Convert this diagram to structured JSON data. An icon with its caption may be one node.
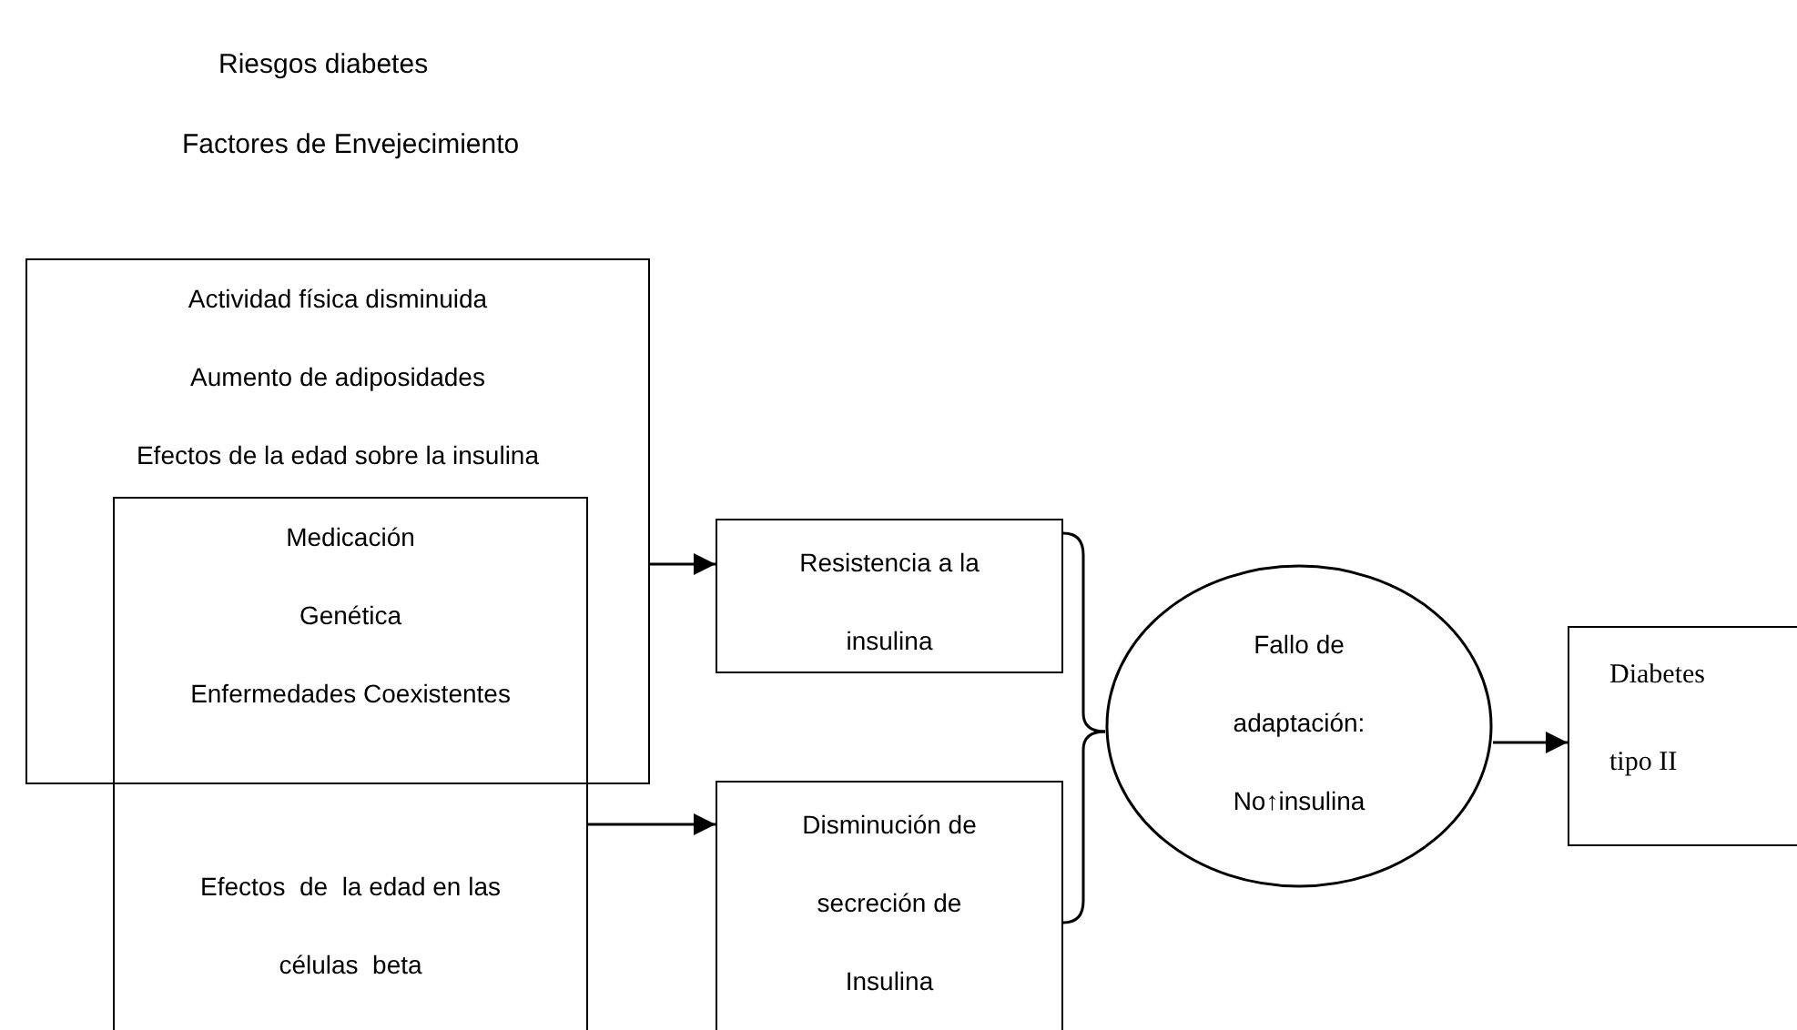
{
  "diagram": {
    "title": "Riesgos diabetes",
    "nodes": [
      {
        "text": [
          "Actividad física disminuida",
          "Aumento de adiposidades",
          "Efectos de la edad sobre la insulina"
        ]
      },
      {
        "text": [
          "Medicación",
          "Genética",
          "Enfermedades Coexistentes",
          "Efectos  de  la edad en las  células  beta"
        ]
      },
      {
        "text": [
          "Resistencia a la insulina"
        ]
      },
      {
        "text": [
          "Disminución de secreción de Insulina"
        ]
      },
      {
        "text": [
          "Fallo de adaptación: No↑insulina"
        ]
      },
      {
        "text": [
          "Diabetes tipo II"
        ]
      }
    ],
    "edges": [
      {
        "from": 0,
        "to": 2,
        "arrow": "to"
      },
      {
        "from": 1,
        "to": 3,
        "arrow": "to"
      },
      {
        "from": 2,
        "to": 4,
        "arrow": "none"
      },
      {
        "from": 3,
        "to": 4,
        "arrow": "none"
      },
      {
        "from": 4,
        "to": 5,
        "arrow": "to"
      }
    ],
    "labels": [
      "Factores de Envejecimiento"
    ]
  }
}
